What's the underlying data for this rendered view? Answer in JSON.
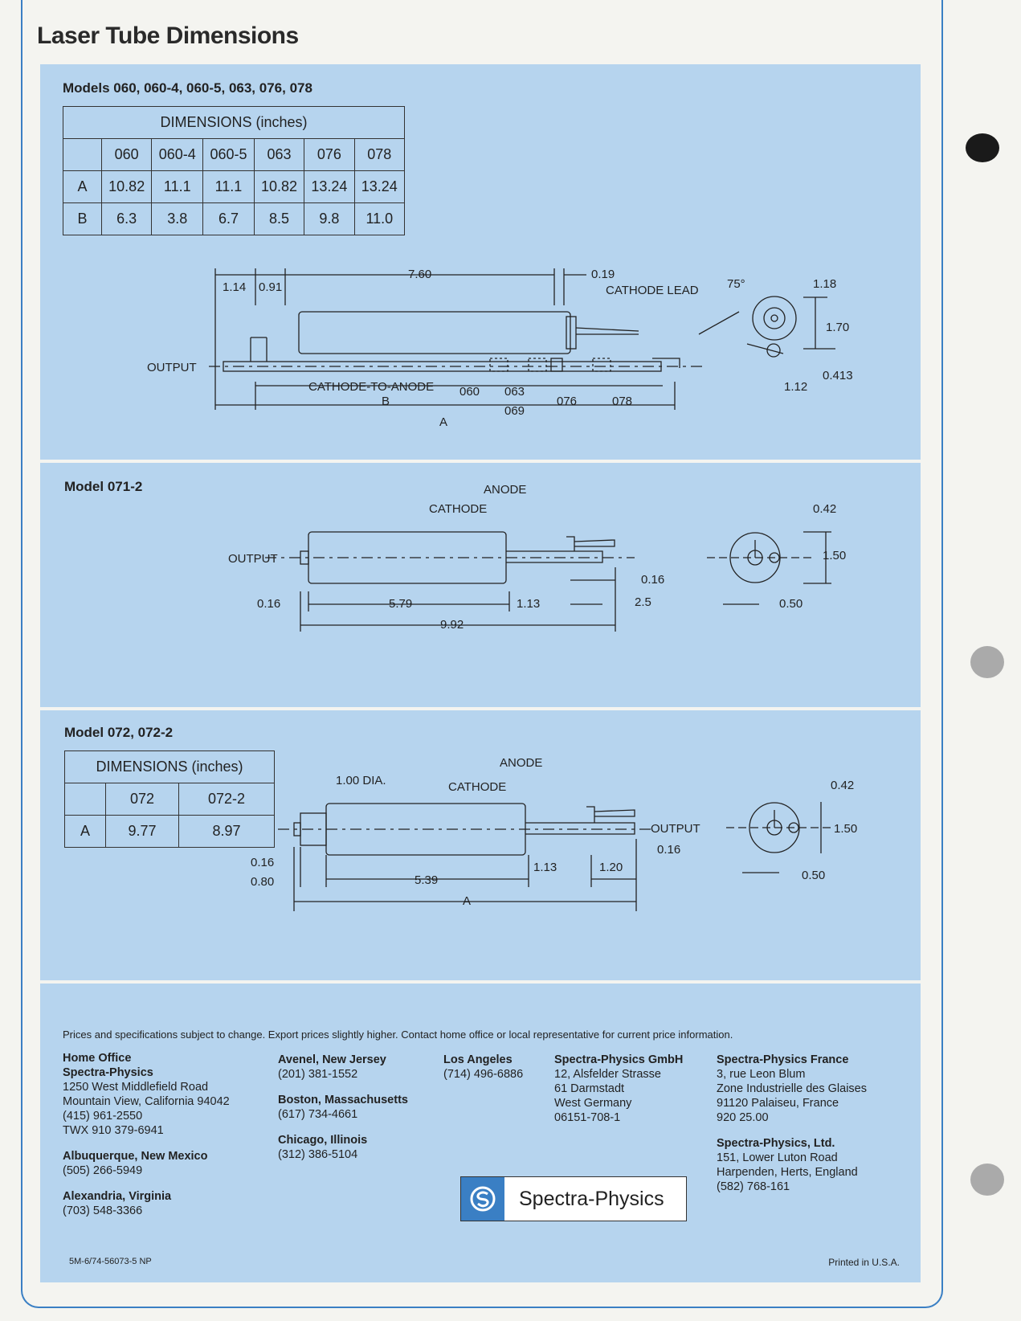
{
  "title": "Laser Tube Dimensions",
  "section1": {
    "heading": "Models 060, 060-4, 060-5, 063, 076, 078",
    "table": {
      "caption": "DIMENSIONS (inches)",
      "columns": [
        "060",
        "060-4",
        "060-5",
        "063",
        "076",
        "078"
      ],
      "rows": [
        {
          "label": "A",
          "values": [
            "10.82",
            "11.1",
            "11.1",
            "10.82",
            "13.24",
            "13.24"
          ]
        },
        {
          "label": "B",
          "values": [
            "6.3",
            "3.8",
            "6.7",
            "8.5",
            "9.8",
            "11.0"
          ]
        }
      ]
    },
    "labels": {
      "d114": "1.14",
      "d091": "0.91",
      "d760": "7.60",
      "d019": "0.19",
      "cathode_lead": "CATHODE LEAD",
      "angle": "75°",
      "d118": "1.18",
      "d170": "1.70",
      "d0413": "0.413",
      "d112": "1.12",
      "output": "OUTPUT",
      "cta": "CATHODE-TO-ANODE",
      "b": "B",
      "m060": "060",
      "m063": "063",
      "m069": "069",
      "m076": "076",
      "m078": "078",
      "a": "A"
    }
  },
  "section2": {
    "heading": "Model 071-2",
    "labels": {
      "anode": "ANODE",
      "cathode": "CATHODE",
      "output": "OUTPUT",
      "d016a": "0.16",
      "d579": "5.79",
      "d113": "1.13",
      "d25": "2.5",
      "d016b": "0.16",
      "d992": "9.92",
      "d042": "0.42",
      "d150": "1.50",
      "d050": "0.50"
    }
  },
  "section3": {
    "heading": "Model 072, 072-2",
    "table": {
      "caption": "DIMENSIONS (inches)",
      "columns": [
        "072",
        "072-2"
      ],
      "rows": [
        {
          "label": "A",
          "values": [
            "9.77",
            "8.97"
          ]
        }
      ]
    },
    "labels": {
      "dia": "1.00 DIA.",
      "anode": "ANODE",
      "cathode": "CATHODE",
      "output": "OUTPUT",
      "d016a": "0.16",
      "d080": "0.80",
      "d539": "5.39",
      "d113": "1.13",
      "d120": "1.20",
      "d016b": "0.16",
      "a": "A",
      "d042": "0.42",
      "d150": "1.50",
      "d050": "0.50"
    }
  },
  "footer": {
    "note": "Prices and specifications subject to change. Export prices slightly higher. Contact home office or local representative for current price information.",
    "col1": {
      "home_label": "Home Office",
      "home_name": "Spectra-Physics",
      "home_l1": "1250 West Middlefield Road",
      "home_l2": "Mountain View, California 94042",
      "home_l3": "(415) 961-2550",
      "home_l4": "TWX 910 379-6941",
      "alb_name": "Albuquerque, New Mexico",
      "alb_phone": "(505) 266-5949",
      "alx_name": "Alexandria, Virginia",
      "alx_phone": "(703) 548-3366"
    },
    "col2": {
      "av_name": "Avenel, New Jersey",
      "av_phone": "(201) 381-1552",
      "bo_name": "Boston, Massachusetts",
      "bo_phone": "(617) 734-4661",
      "ch_name": "Chicago, Illinois",
      "ch_phone": "(312) 386-5104"
    },
    "col3": {
      "la_name": "Los Angeles",
      "la_phone": "(714) 496-6886"
    },
    "col4": {
      "gm_name": "Spectra-Physics GmbH",
      "gm_l1": "12, Alsfelder Strasse",
      "gm_l2": "61 Darmstadt",
      "gm_l3": "West Germany",
      "gm_l4": "06151-708-1"
    },
    "col5": {
      "fr_name": "Spectra-Physics France",
      "fr_l1": "3, rue Leon Blum",
      "fr_l2": "Zone Industrielle des Glaises",
      "fr_l3": "91120 Palaiseu, France",
      "fr_l4": "920 25.00",
      "uk_name": "Spectra-Physics, Ltd.",
      "uk_l1": "151, Lower Luton Road",
      "uk_l2": "Harpenden, Herts, England",
      "uk_l3": "(582) 768-161"
    },
    "logo_text": "Spectra-Physics",
    "code": "5M-6/74-56073-5 NP",
    "printed": "Printed in U.S.A."
  },
  "colors": {
    "panel": "#b6d4ee",
    "accent": "#3a7fc4"
  }
}
